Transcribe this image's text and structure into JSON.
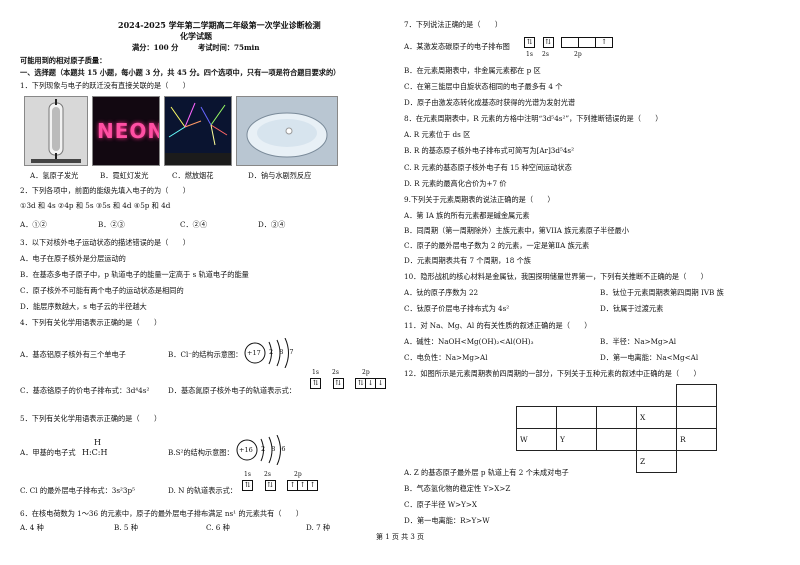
{
  "header": {
    "title": "2024-2025 学年第二学期高二年级第一次学业诊断检测",
    "subject": "化学试题",
    "score": "满分：100 分",
    "time": "考试时间：75min",
    "atomic_mass": "可能用到的相对原子质量：",
    "section1": "一、选择题（本题共 15 小题，每小题 3 分，共 45 分。四个选项中，只有一项是符合题目要求的）"
  },
  "q1": {
    "stem": "1．下列现象与电子的跃迁没有直接关联的是（　　）",
    "a": "A．氢原子发光",
    "b": "B．霓虹灯发光",
    "c": "C．燃放烟花",
    "d": "D．钠与水剧烈反应",
    "neon": "NEON"
  },
  "q2": {
    "stem": "2．下列各项中，前面的能级先填入电子的为（　　）",
    "items": "①3d 和 4s ②4p 和 5s ③5s 和 4d ④5p 和 4d",
    "a": "A．①②",
    "b": "B．②③",
    "c": "C．②④",
    "d": "D．③④"
  },
  "q3": {
    "stem": "3．以下对核外电子运动状态的描述错误的是（　　）",
    "a": "A．电子在原子核外是分层运动的",
    "b": "B．在基态多电子原子中，p 轨道电子的能量一定高于 s 轨道电子的能量",
    "c": "C．原子核外不可能有两个电子的运动状态是相同的",
    "d": "D．能层序数越大，s 电子云的半径越大"
  },
  "q4": {
    "stem": "4．下列有关化学用语表示正确的是（　　）",
    "a": "A．基态铝原子核外有三个单电子",
    "b": "B．Cl⁻的结构示意图：",
    "b_nuc": "+17",
    "b_shells": "2 8 7",
    "c": "C．基态铬原子的价电子排布式：3d⁴4s²",
    "d": "D．基态氮原子核外电子的轨道表示式：",
    "orb_labels": [
      "1s",
      "2s",
      "2p"
    ]
  },
  "q5": {
    "stem": "5．下列有关化学用语表示正确的是（　　）",
    "a": "A．甲基的电子式",
    "methyl": "H:C:H",
    "methyl_top": "H",
    "b": "B.S²的结构示意图：",
    "b_nuc": "+16",
    "b_shells": "2 8 6",
    "c": "C. Cl 的最外层电子排布式：3s²3p⁵",
    "d": "D. N 的轨道表示式：",
    "orb_labels": [
      "1s",
      "2s",
      "2p"
    ]
  },
  "q6": {
    "stem": "6．在核电荷数为 1～36 的元素中，原子的最外层电子排布满足 ns¹ 的元素共有（　　）",
    "a": "A. 4 种",
    "b": "B. 5 种",
    "c": "C. 6 种",
    "d": "D. 7 种"
  },
  "q7": {
    "stem": "7．下列说法正确的是（　　）",
    "a": "A．某激发态碳原子的电子排布图",
    "orb_labels": [
      "1s",
      "2s",
      "2p"
    ],
    "b": "B．在元素周期表中，非金属元素都在 p 区",
    "c": "C．在第三能层中自旋状态相同的电子最多有 4 个",
    "d": "D．原子由激发态转化成基态时获得的光谱为发射光谱"
  },
  "q8": {
    "stem": "8．在元素周期表中，R 元素的方格中注明“3d⁵4s²”，下列推断错误的是（　　）",
    "a": "A. R 元素位于 ds 区",
    "b": "B. R 的基态原子核外电子排布式可简写为[Ar]3d⁵4s²",
    "c": "C. R 元素的基态原子核外电子有 15 种空间运动状态",
    "d": "D. R 元素的最高化合价为+7 价"
  },
  "q9": {
    "stem": "9.下列关于元素周期表的说法正确的是（　　）",
    "a": "A．第 IA 族的所有元素都是碱金属元素",
    "b": "B．同周期（第一周期除外）主族元素中，第VIIA 族元素原子半径最小",
    "c": "C．原子的最外层电子数为 2 的元素，一定是第ⅡA 族元素",
    "d": "D．元素周期表共有 7 个周期，18 个族"
  },
  "q10": {
    "stem": "10．隐形战机的核心材料是金属钛，我国探明储量世界第一，下列有关推断不正确的是（　　）",
    "a": "A．钛的原子序数为 22",
    "b": "B．钛位于元素周期表第四周期 IVB 族",
    "c": "C．钛原子价层电子排布式为 4s²",
    "d": "D．钛属于过渡元素"
  },
  "q11": {
    "stem": "11．对 Na、Mg、Al 的有关性质的叙述正确的是（　　）",
    "a": "A．碱性：NaOH<Mg(OH)₂<Al(OH)₃",
    "b": "B．半径：Na>Mg>Al",
    "c": "C．电负性：Na>Mg>Al",
    "d": "D．第一电离能：Na<Mg<Al"
  },
  "q12": {
    "stem": "12．如图所示是元素周期表前四周期的一部分，下列关于五种元素的叙述中正确的是（　　）",
    "cells": {
      "X": "X",
      "W": "W",
      "Y": "Y",
      "R": "R",
      "Z": "Z"
    },
    "a": "A. Z 的基态原子最外层 p 轨道上有 2 个未成对电子",
    "b": "B．气态氢化物的稳定性 Y>X>Z",
    "c": "C．原子半径 W>Y>X",
    "d": "D．第一电离能：R>Y>W"
  },
  "footer": "第 1 页 共 3 页"
}
